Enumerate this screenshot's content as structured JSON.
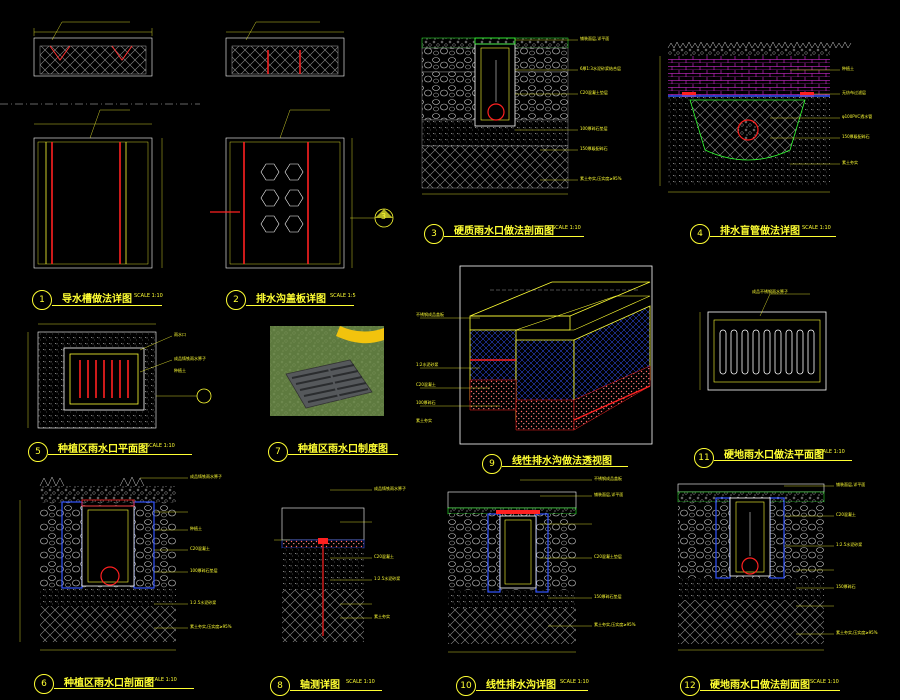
{
  "colors": {
    "background": "#000000",
    "line": "#ffff33",
    "accent_red": "#ff2020",
    "accent_cyan": "#33ffff",
    "accent_blue": "#3355ff",
    "accent_green": "#33ff33",
    "accent_magenta": "#ff33ff"
  },
  "details": [
    {
      "num": "1",
      "title": "导水槽做法详图",
      "scale": "SCALE 1:10"
    },
    {
      "num": "2",
      "title": "排水沟盖板详图",
      "scale": "SCALE 1:5"
    },
    {
      "num": "3",
      "title": "硬质雨水口做法剖面图",
      "scale": "SCALE 1:10"
    },
    {
      "num": "4",
      "title": "排水盲管做法详图",
      "scale": "SCALE 1:10"
    },
    {
      "num": "5",
      "title": "种植区雨水口平面图",
      "scale": "SCALE 1:10"
    },
    {
      "num": "7",
      "title": "种植区雨水口制度图",
      "scale": ""
    },
    {
      "num": "9",
      "title": "线性排水沟做法透视图",
      "scale": ""
    },
    {
      "num": "11",
      "title": "硬地雨水口做法平面图",
      "scale": "SCALE 1:10"
    },
    {
      "num": "6",
      "title": "种植区雨水口剖面图",
      "scale": "SCALE 1:10"
    },
    {
      "num": "8",
      "title": "轴测详图",
      "scale": "SCALE 1:10"
    },
    {
      "num": "10",
      "title": "线性排水沟详图",
      "scale": "SCALE 1:10"
    },
    {
      "num": "12",
      "title": "硬地雨水口做法剖面图",
      "scale": "SCALE 1:10"
    }
  ],
  "section_ref": "3",
  "notes": {
    "d3": [
      "铺装面层,详平面",
      "6厚1:3水泥砂浆结合层",
      "C20混凝土垫层",
      "100厚碎石垫层",
      "150厚级配碎石",
      "素土夯实,压实度≥95%"
    ],
    "d4": [
      "种植土",
      "无纺布过滤层",
      "φ100PVC透水管",
      "150厚级配碎石",
      "素土夯实"
    ],
    "d5": [
      "雨水口",
      "成品铸铁雨水箅子",
      "种植土"
    ],
    "d6": [
      "成品铸铁雨水箅子",
      "种植土",
      "C20混凝土",
      "100厚碎石垫层",
      "1:2.5水泥砂浆",
      "素土夯实,压实度≥95%"
    ],
    "d8": [
      "成品铸铁雨水箅子",
      "C20混凝土",
      "1:2.5水泥砂浆",
      "素土夯实"
    ],
    "d9": [
      "不锈钢成品盖板",
      "1:2水泥砂浆",
      "C20混凝土",
      "100厚碎石",
      "素土夯实"
    ],
    "d10": [
      "不锈钢成品盖板",
      "铺装面层,详平面",
      "C20混凝土垫层",
      "150厚碎石垫层",
      "素土夯实,压实度≥95%"
    ],
    "d11": [
      "成品不锈钢雨水箅子"
    ],
    "d12": [
      "铺装面层,详平面",
      "C20混凝土",
      "1:2.5水泥砂浆",
      "150厚碎石",
      "素土夯实,压实度≥95%"
    ]
  }
}
